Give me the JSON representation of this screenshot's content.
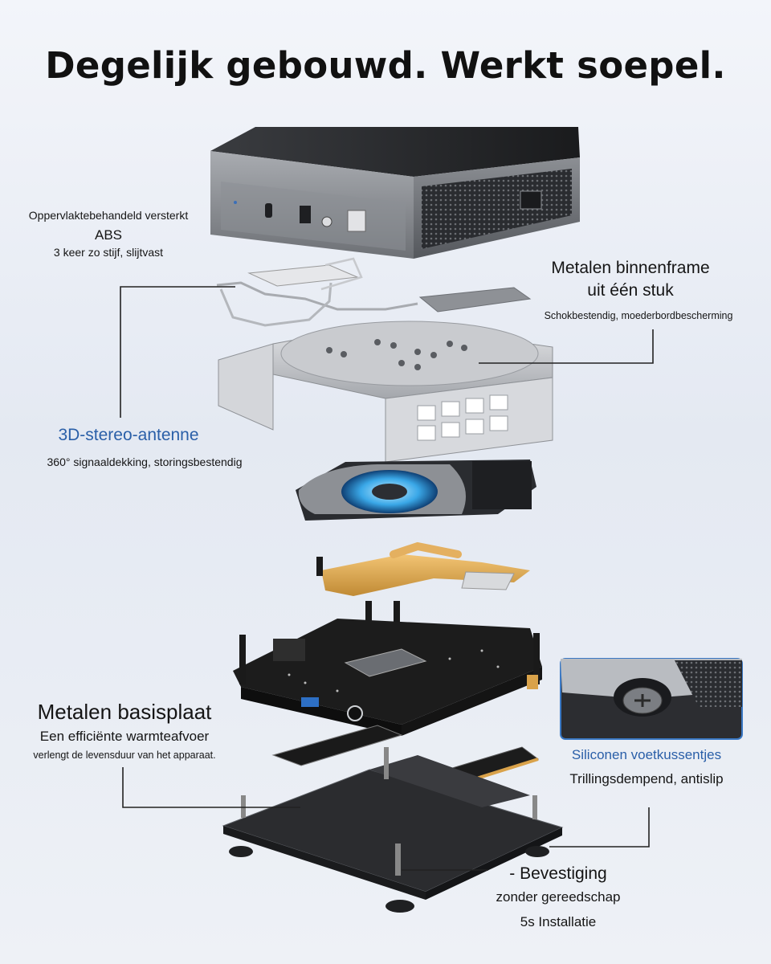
{
  "title": "Degelijk gebouwd. Werkt soepel.",
  "case": {
    "line1": "Oppervlaktebehandeld versterkt",
    "line2": "ABS",
    "line3": "3 keer zo stijf, slijtvast"
  },
  "frame": {
    "line1": "Metalen binnenframe",
    "line2": "uit één stuk",
    "line3": "Schokbestendig, moederbordbescherming"
  },
  "antenna": {
    "title": "3D-stereo-antenne",
    "subtitle": "360° signaaldekking, storingsbestendig"
  },
  "baseplate": {
    "title": "Metalen basisplaat",
    "line2": "Een efficiënte warmteafvoer",
    "line3": "verlengt de levensduur van het apparaat."
  },
  "feet": {
    "title": "Siliconen voetkussentjes",
    "subtitle": "Trillingsdempend, antislip"
  },
  "mount": {
    "title": "- Bevestiging",
    "line2": "zonder gereedschap",
    "line3": "5s Installatie"
  },
  "colors": {
    "accent": "#2a5fa8",
    "fan": "#3aa8e8",
    "copper": "#d9a24a",
    "pcb": "#1c1c1c"
  }
}
